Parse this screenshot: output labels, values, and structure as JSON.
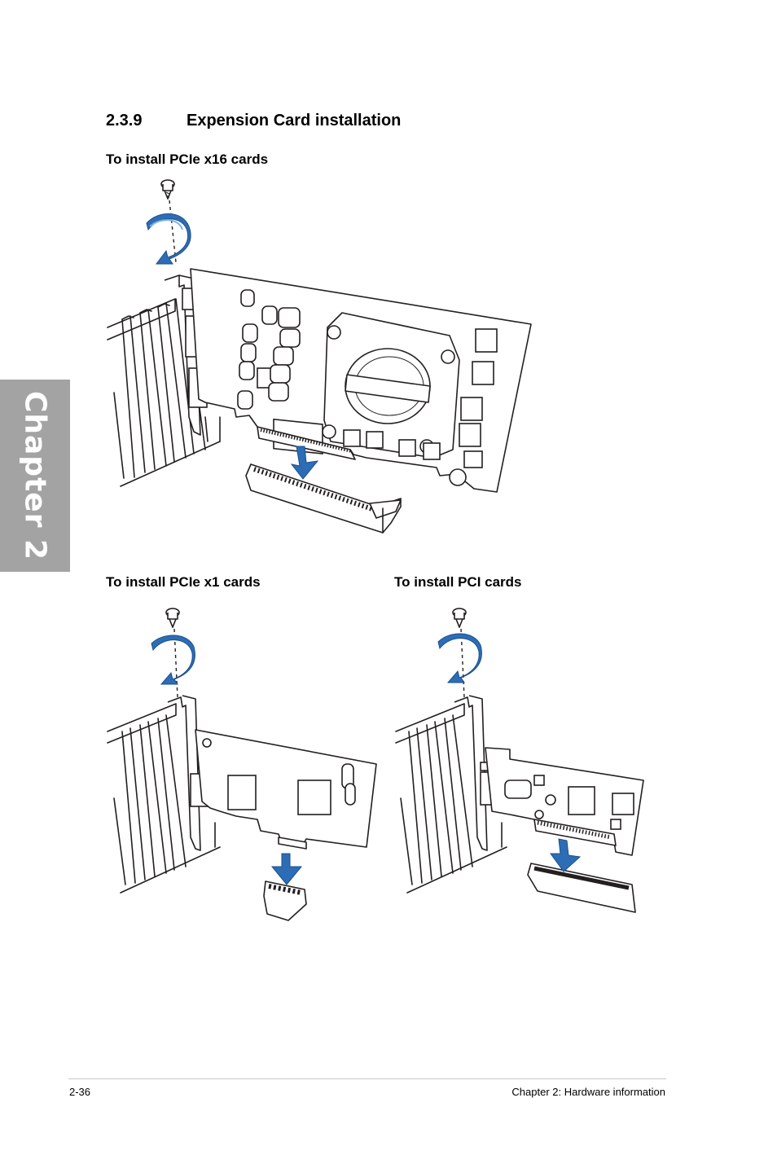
{
  "chapter_tab": {
    "label": "Chapter 2"
  },
  "section": {
    "number": "2.3.9",
    "title": "Expension Card installation"
  },
  "subsections": {
    "pcie_x16": "To install PCIe x16 cards",
    "pcie_x1": "To install PCIe x1 cards",
    "pci": "To install PCI cards"
  },
  "footer": {
    "page_number": "2-36",
    "chapter_title": "Chapter 2: Hardware information"
  },
  "colors": {
    "tab_gray": "#a3a3a3",
    "arrow_blue": "#2d6db5",
    "rule_gray": "#c8c8c8"
  }
}
